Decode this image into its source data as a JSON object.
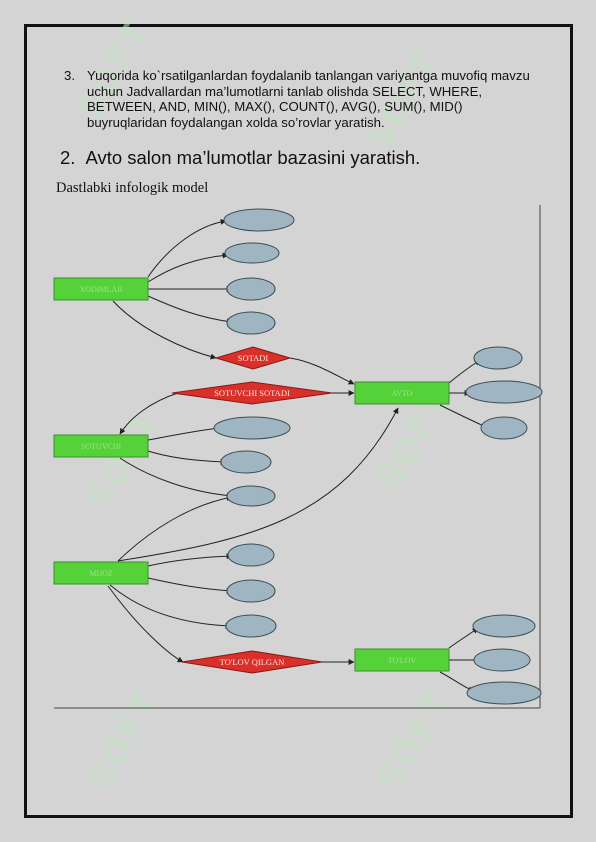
{
  "task": {
    "number": "3.",
    "text": "Yuqorida ko`rsatilganlardan foydalanib tanlangan variyantga muvofiq mavzu uchun Jadvallardan ma’lumotlarni tanlab olishda SELECT, WHERE, BETWEEN, AND, MIN(), MAX(), COUNT(), AVG(), SUM(), MID() buyruqlaridan foydalangan xolda so’rovlar yaratish."
  },
  "section": {
    "number": "2.",
    "title": "Avto salon ma’lumotlar bazasini yaratish."
  },
  "caption": "Dastlabki infologik model",
  "diagram": {
    "entities": [
      {
        "id": "e1",
        "label": "XODIMLAR"
      },
      {
        "id": "e2",
        "label": "SOTUVCHI"
      },
      {
        "id": "e3",
        "label": "MIJOZ"
      },
      {
        "id": "e4",
        "label": "AVTO"
      },
      {
        "id": "e5",
        "label": "TO'LOV"
      }
    ],
    "relationships": [
      {
        "id": "r1",
        "label": "SOTADI"
      },
      {
        "id": "r2",
        "label": "SOTUVCHI SOTADI"
      },
      {
        "id": "r3",
        "label": "TO'LOV QILGAN"
      }
    ],
    "attributes": [
      {
        "id": "a1",
        "label": ""
      },
      {
        "id": "a2",
        "label": ""
      },
      {
        "id": "a3",
        "label": ""
      },
      {
        "id": "a4",
        "label": ""
      },
      {
        "id": "a5",
        "label": ""
      },
      {
        "id": "a6",
        "label": ""
      },
      {
        "id": "a7",
        "label": ""
      },
      {
        "id": "a8",
        "label": ""
      },
      {
        "id": "a9",
        "label": ""
      },
      {
        "id": "a10",
        "label": ""
      },
      {
        "id": "a11",
        "label": ""
      },
      {
        "id": "a12",
        "label": ""
      },
      {
        "id": "a13",
        "label": ""
      },
      {
        "id": "a14",
        "label": ""
      },
      {
        "id": "a15",
        "label": ""
      },
      {
        "id": "a16",
        "label": ""
      },
      {
        "id": "a17",
        "label": ""
      }
    ],
    "colors": {
      "entity_fill": "#55d13a",
      "entity_stroke": "#3a8f2a",
      "relationship_fill": "#d9302a",
      "relationship_stroke": "#8a1a14",
      "attribute_fill": "#9fb6c2",
      "attribute_stroke": "#3d4d56",
      "edge": "#222222"
    }
  },
  "watermark": "SOFT"
}
